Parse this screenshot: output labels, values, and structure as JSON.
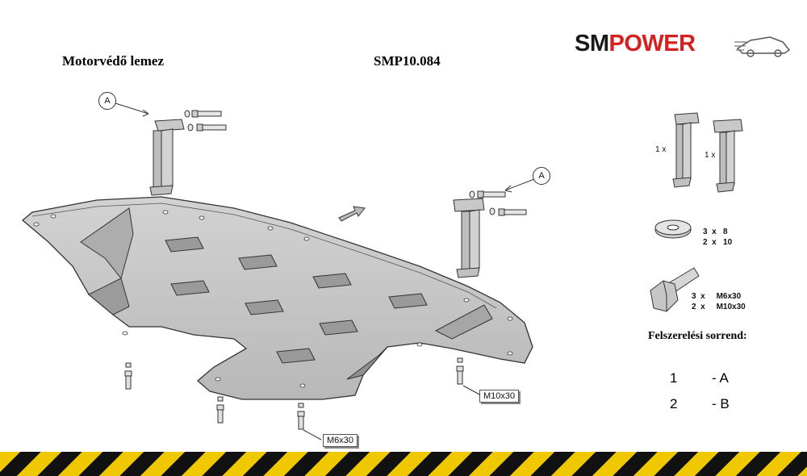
{
  "header": {
    "title_left": "Motorvédő lemez",
    "title_code": "SMP10.084"
  },
  "logo": {
    "part1": "SM",
    "part2": "POWER"
  },
  "labels": {
    "callout_a": "A",
    "m10_box": "M10x30",
    "m6_box": "M6x30"
  },
  "parts": {
    "brackets": {
      "qty_left": "1 x",
      "qty_right": "1 x"
    },
    "washers": {
      "line1": "3  x   8",
      "line2": "2  x   10"
    },
    "bolts": {
      "line1": "3  x     M6x30",
      "line2": "2  x     M10x30"
    }
  },
  "assembly": {
    "heading": "Felszerelési sorrend:",
    "steps": [
      {
        "num": "1",
        "step": "- A"
      },
      {
        "num": "2",
        "step": "- B"
      }
    ]
  },
  "colors": {
    "plate": "#c4c4c4",
    "stripe_yellow": "#f0c800",
    "stripe_black": "#111111",
    "brand_red": "#d42020"
  }
}
